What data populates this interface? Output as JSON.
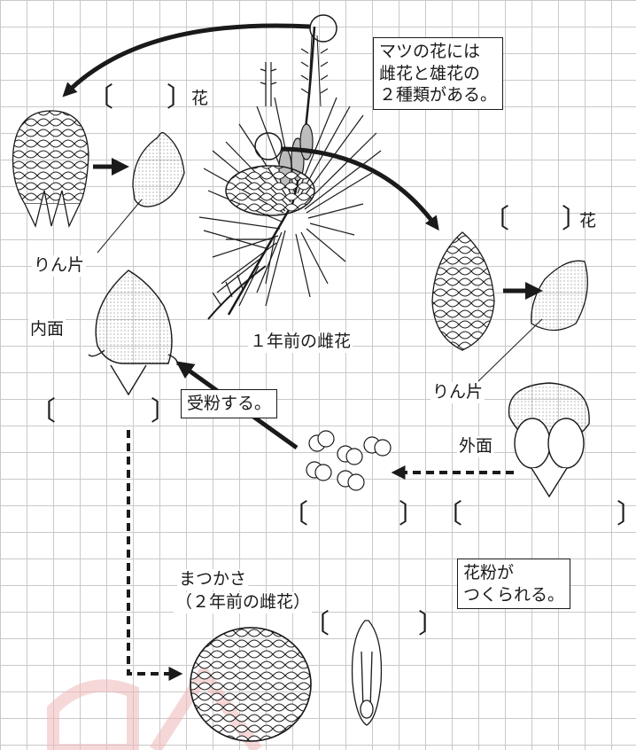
{
  "callouts": {
    "two_types": [
      "マツの花には",
      "雌花と雄花の",
      "２種類がある。"
    ],
    "pollination": "受粉する。",
    "pollen_made": [
      "花粉が",
      "つくられる。"
    ]
  },
  "labels": {
    "female_flower_suffix": "花",
    "male_flower_suffix": "花",
    "scale_left": "りん片",
    "scale_right": "りん片",
    "inner_face": "内面",
    "outer_face": "外面",
    "one_year_cone": "１年前の雌花",
    "pine_cone": "まつかさ",
    "pine_cone_note": "（２年前の雌花）"
  },
  "blanks": {
    "open": "〔",
    "close": "〕"
  },
  "colors": {
    "line": "#1a1a1a",
    "grid": "#c9c9c9",
    "watermark": "#f4c9c9"
  },
  "icons": [
    "pine-branch-icon",
    "female-cone-icon",
    "male-cone-icon",
    "scale-icon",
    "ovule-scale-icon",
    "pollen-grain-icon",
    "pine-cone-icon",
    "seed-icon"
  ]
}
